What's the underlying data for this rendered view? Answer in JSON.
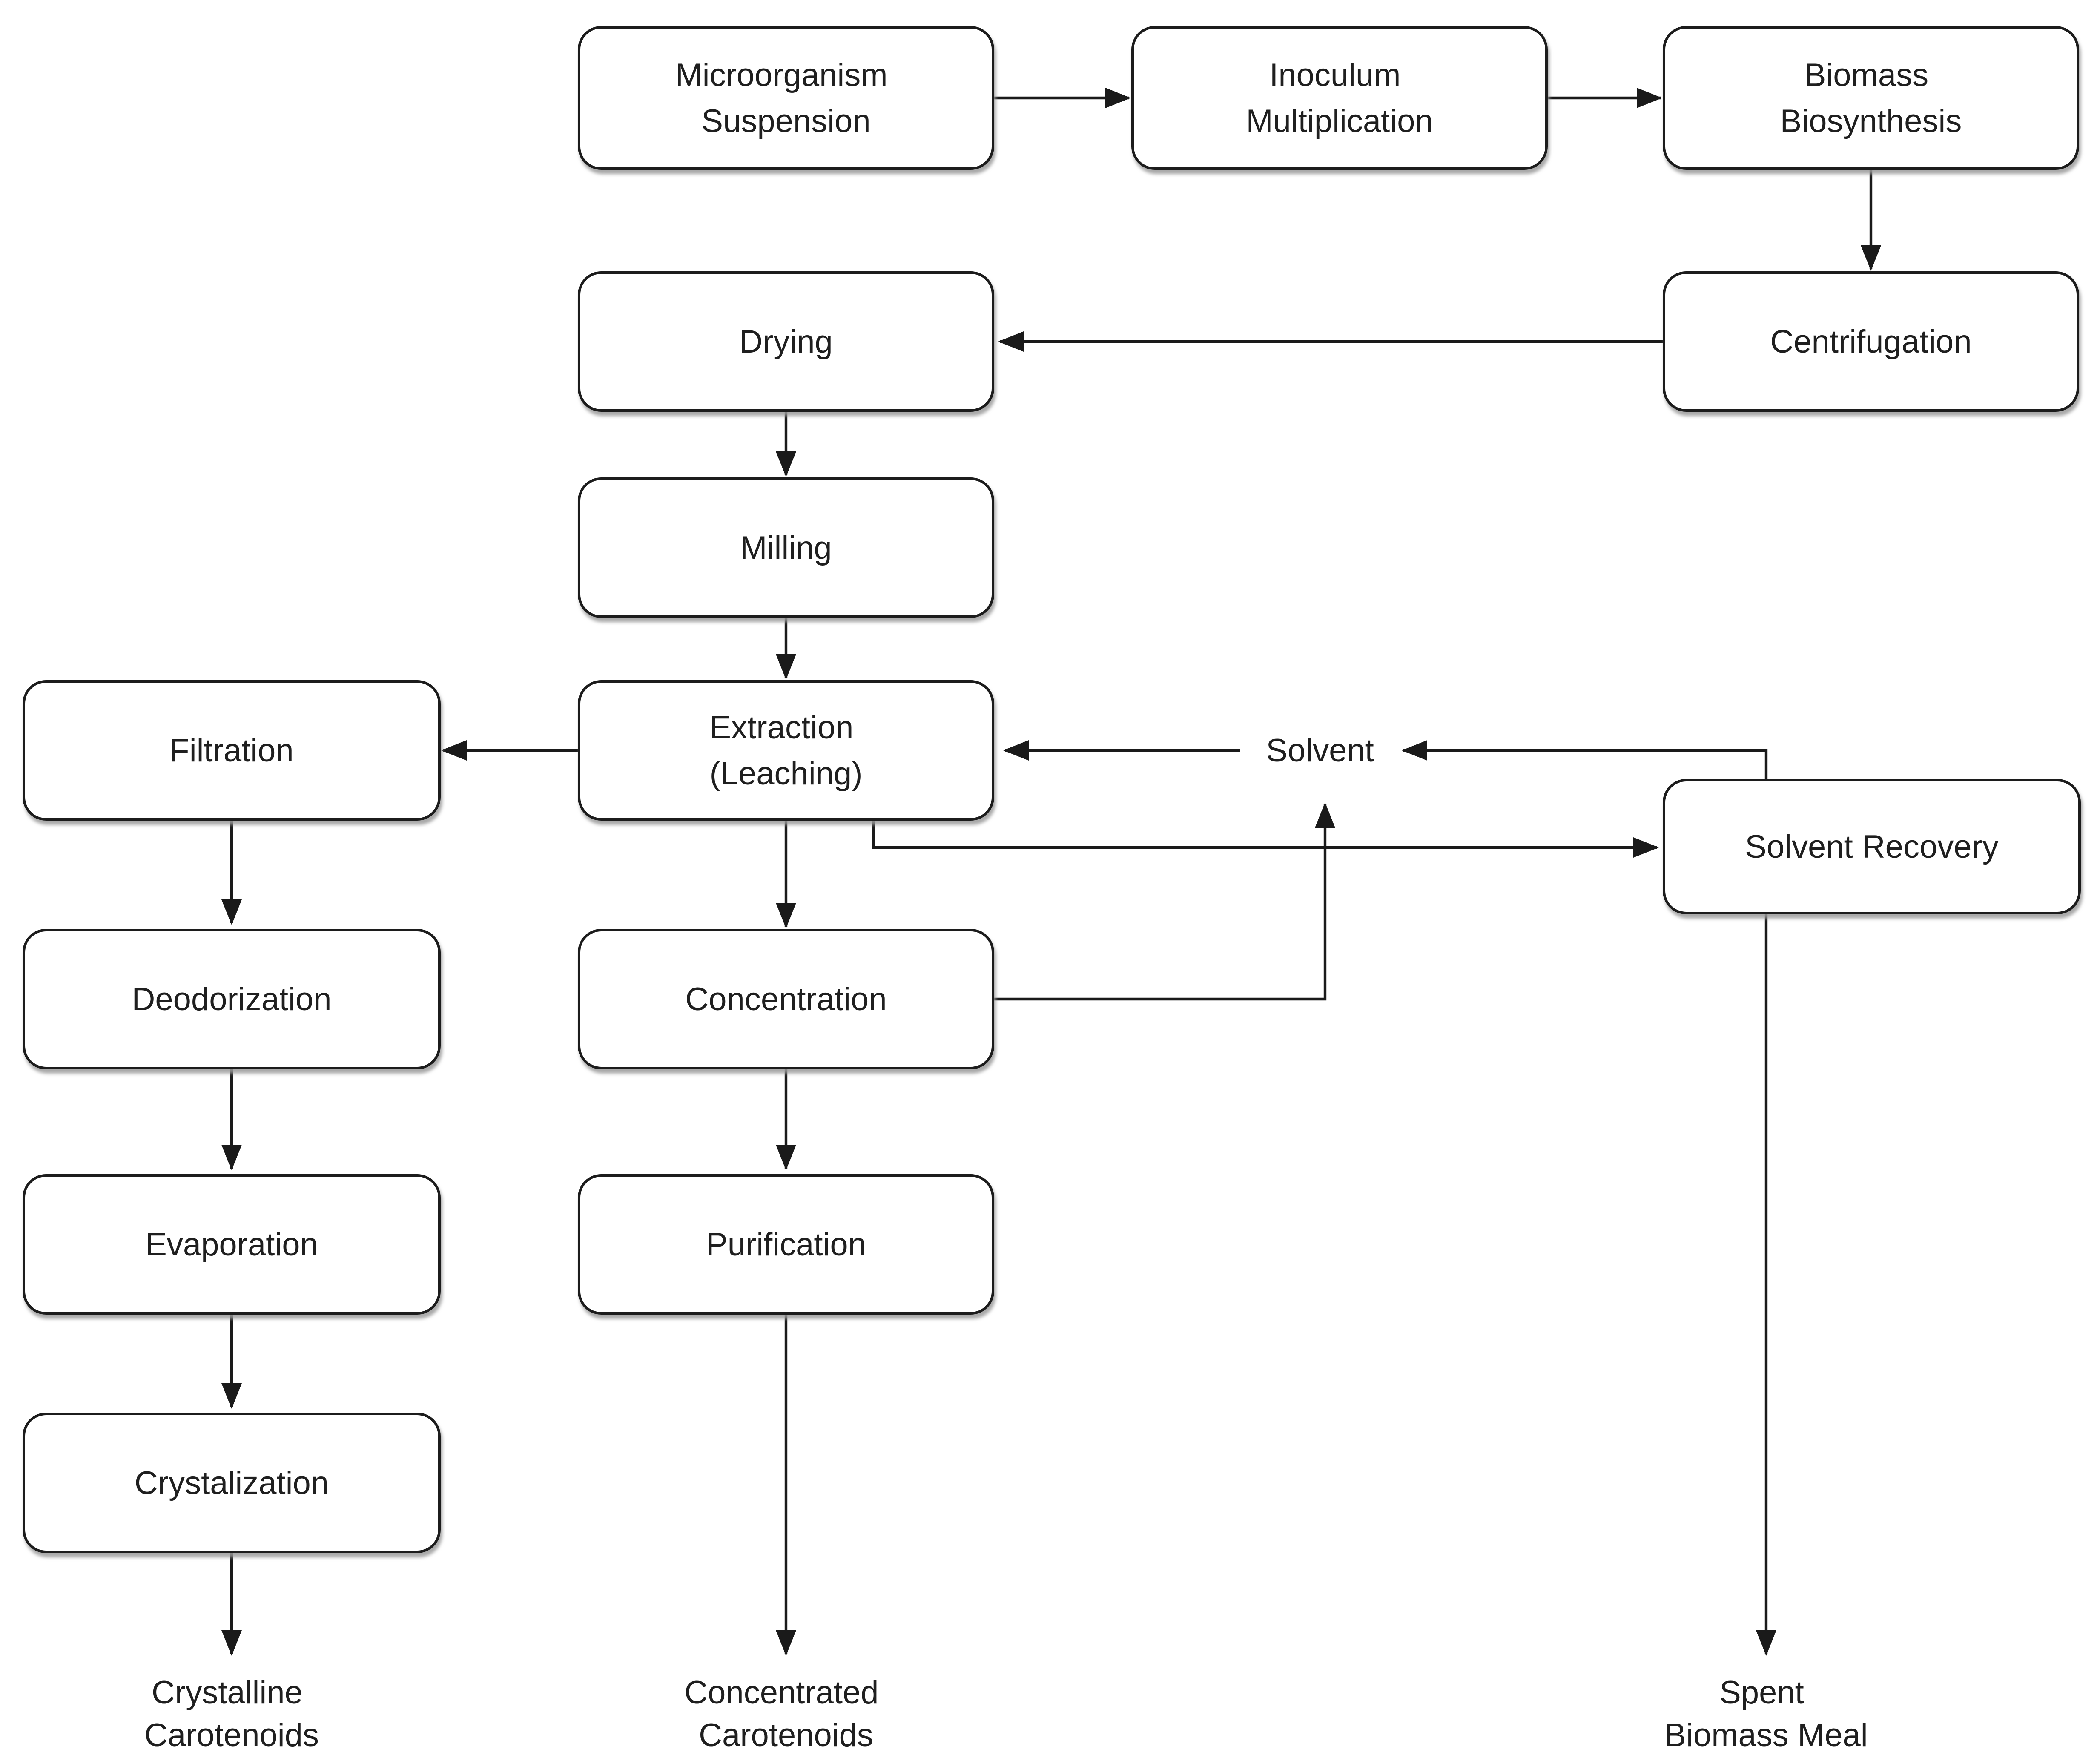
{
  "diagram": {
    "type": "process-flowchart",
    "subject": "Carotenoid production from microorganism biomass",
    "colors": {
      "background": "#ffffff",
      "box_fill": "#ffffff",
      "line_stroke": "#1a1a1a",
      "text": "#1f1f1f",
      "shadow": "#9a9a9a"
    },
    "nodes": {
      "microorganism_suspension": {
        "line1": "Microorganism",
        "line2": "Suspension"
      },
      "inoculum_multiplication": {
        "line1": "Inoculum",
        "line2": "Multiplication"
      },
      "biomass_biosynthesis": {
        "line1": "Biomass",
        "line2": "Biosynthesis"
      },
      "drying": {
        "label": "Drying"
      },
      "centrifugation": {
        "label": "Centrifugation"
      },
      "milling": {
        "label": "Milling"
      },
      "filtration": {
        "label": "Filtration"
      },
      "extraction": {
        "line1": "Extraction",
        "line2": "(Leaching)"
      },
      "solvent": {
        "label": "Solvent"
      },
      "solvent_recovery": {
        "label": "Solvent Recovery"
      },
      "deodorization": {
        "label": "Deodorization"
      },
      "concentration": {
        "label": "Concentration"
      },
      "evaporation": {
        "label": "Evaporation"
      },
      "purification": {
        "label": "Purification"
      },
      "crystalization": {
        "label": "Crystalization"
      }
    },
    "outputs": {
      "crystalline_carotenoids": {
        "line1": "Crystalline",
        "line2": "Carotenoids"
      },
      "concentrated_carotenoids": {
        "line1": "Concentrated",
        "line2": "Carotenoids"
      },
      "spent_biomass_meal": {
        "line1": "Spent",
        "line2": "Biomass Meal"
      }
    },
    "edges": [
      {
        "from": "microorganism_suspension",
        "to": "inoculum_multiplication"
      },
      {
        "from": "inoculum_multiplication",
        "to": "biomass_biosynthesis"
      },
      {
        "from": "biomass_biosynthesis",
        "to": "centrifugation"
      },
      {
        "from": "centrifugation",
        "to": "drying"
      },
      {
        "from": "drying",
        "to": "milling"
      },
      {
        "from": "milling",
        "to": "extraction"
      },
      {
        "from": "extraction",
        "to": "filtration"
      },
      {
        "from": "extraction",
        "to": "concentration"
      },
      {
        "from": "extraction",
        "to": "solvent_recovery"
      },
      {
        "from": "solvent",
        "to": "extraction"
      },
      {
        "from": "concentration",
        "to": "solvent"
      },
      {
        "from": "solvent_recovery",
        "to": "solvent"
      },
      {
        "from": "solvent_recovery",
        "to": "spent_biomass_meal"
      },
      {
        "from": "filtration",
        "to": "deodorization"
      },
      {
        "from": "deodorization",
        "to": "evaporation"
      },
      {
        "from": "evaporation",
        "to": "crystalization"
      },
      {
        "from": "crystalization",
        "to": "crystalline_carotenoids"
      },
      {
        "from": "concentration",
        "to": "purification"
      },
      {
        "from": "purification",
        "to": "concentrated_carotenoids"
      }
    ]
  }
}
